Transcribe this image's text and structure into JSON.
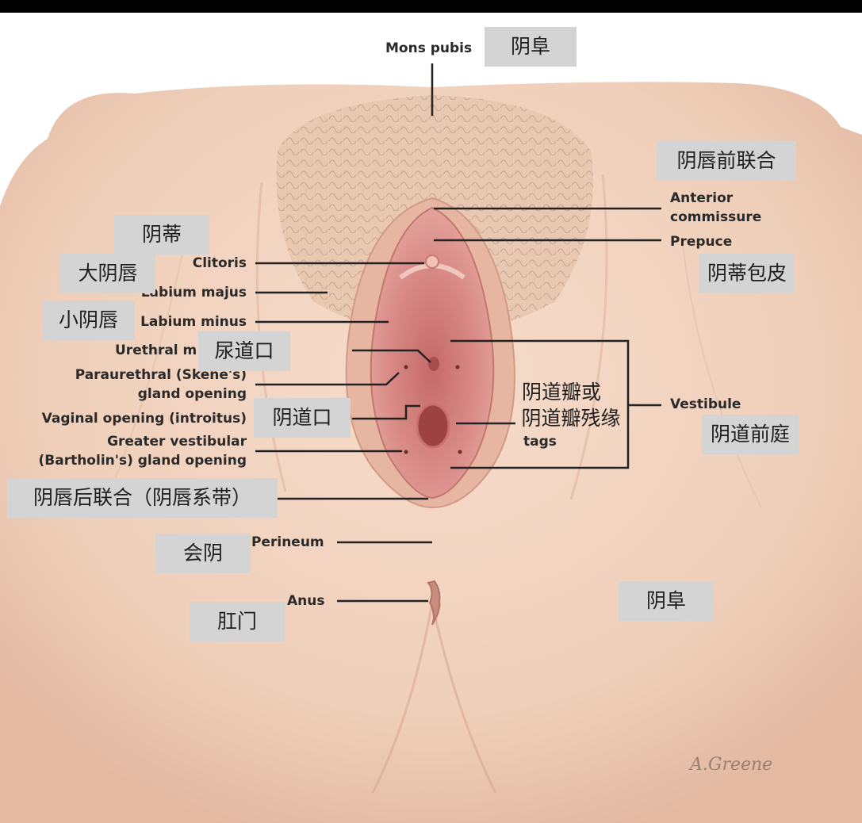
{
  "labels_en": {
    "mons_pubis": "Mons pubis",
    "anterior_commissure_1": "Anterior",
    "anterior_commissure_2": "commissure",
    "prepuce": "Prepuce",
    "clitoris": "Clitoris",
    "labium_majus": "Labium majus",
    "labium_minus": "Labium minus",
    "urethral": "Urethral m",
    "paraurethral_1": "Paraurethral (Skene's)",
    "paraurethral_2": "gland opening",
    "vaginal_opening": "Vaginal opening (introitus)",
    "greater_vestibular_1": "Greater vestibular",
    "greater_vestibular_2": "(Bartholin's) gland opening",
    "vestibule": "Vestibule",
    "hymenal_tags": "tags",
    "perineum": "Perineum",
    "anus": "Anus"
  },
  "labels_zh": {
    "mons_pubis": "阴阜",
    "anterior_commissure": "阴唇前联合",
    "clitoris": "阴蒂",
    "labium_majus": "大阴唇",
    "prepuce": "阴蒂包皮",
    "labium_minus": "小阴唇",
    "urethral": "尿道口",
    "hymen_1": "阴道瓣或",
    "hymen_2": "阴道瓣残缘",
    "vaginal_opening": "阴道口",
    "vestibule": "阴道前庭",
    "posterior_commissure": "阴唇后联合（阴唇系带）",
    "perineum": "会阴",
    "anus": "肛门",
    "mons_pubis_right": "阴阜"
  },
  "signature": "A.Greene",
  "colors": {
    "skin": "#f1d4c0",
    "skin_shade": "#dfb39b",
    "mucosa": "#d98b86",
    "mucosa_dark": "#b8605f",
    "label_box": "#d4d4d4",
    "leader": "#222222"
  }
}
